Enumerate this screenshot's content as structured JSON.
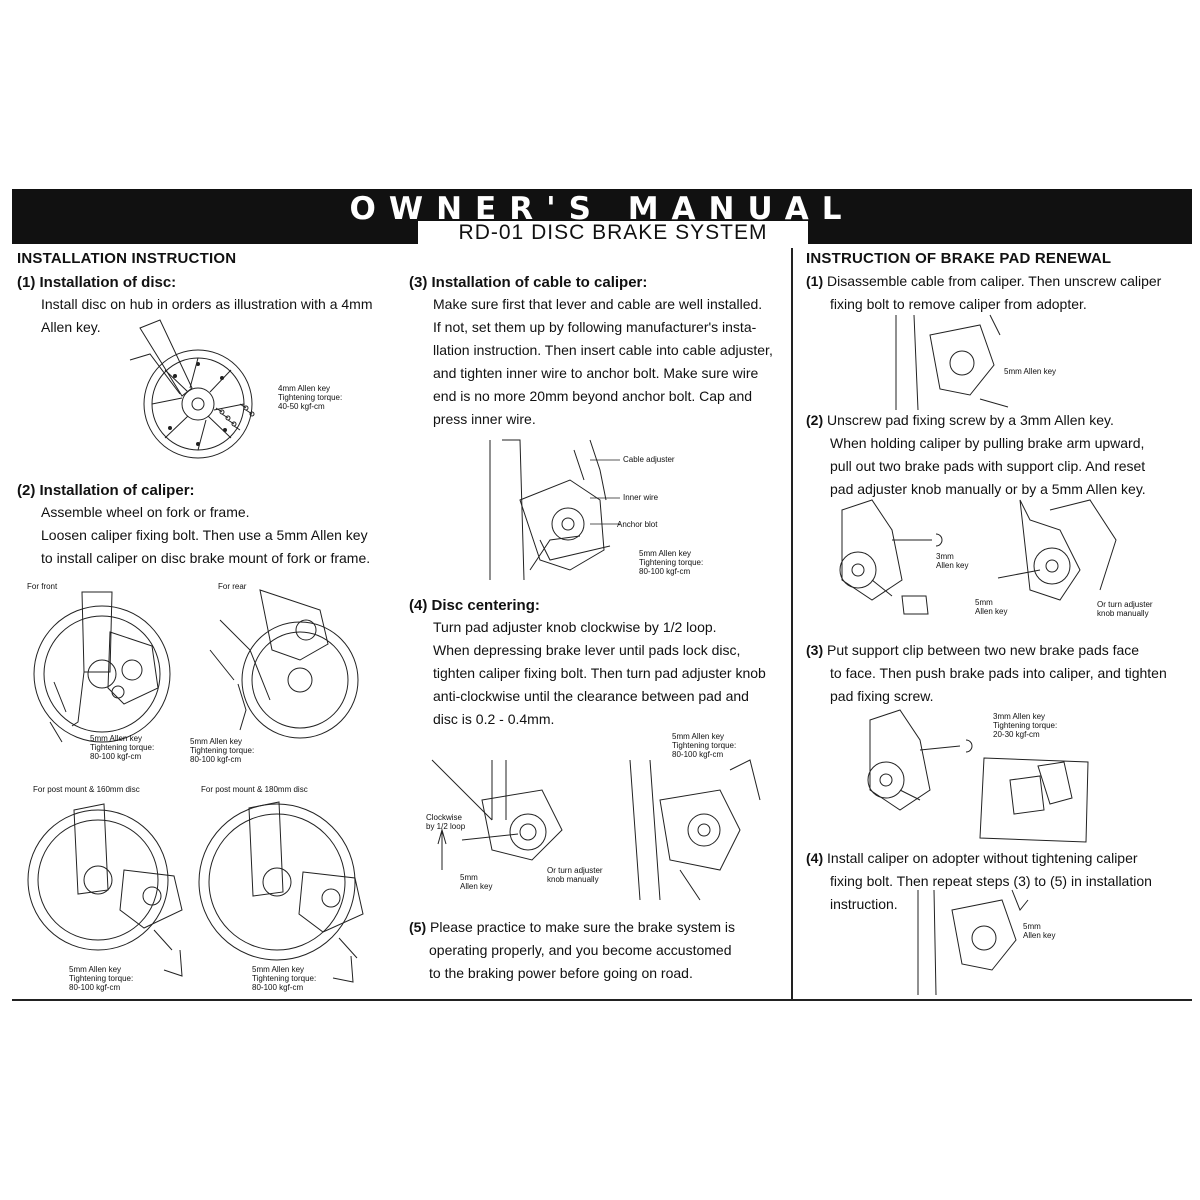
{
  "header": {
    "title": "OWNER'S MANUAL",
    "subtitle": "RD-01 DISC BRAKE SYSTEM"
  },
  "installation": {
    "heading": "INSTALLATION INSTRUCTION",
    "step1": {
      "title": "(1) Installation of disc:",
      "lines": [
        "Install disc on hub in orders as  illustration with a 4mm",
        "Allen key."
      ],
      "caption": [
        "4mm Allen key",
        "Tightening torque:",
        "40-50 kgf-cm"
      ]
    },
    "step2": {
      "title": "(2) Installation of caliper:",
      "lines": [
        "Assemble wheel on fork or frame.",
        "Loosen caliper fixing bolt. Then use a 5mm Allen key",
        "to install caliper on disc brake mount of fork or frame."
      ],
      "figures": [
        {
          "label": "For front",
          "caption": [
            "5mm Allen key",
            "Tightening torque:",
            "80-100 kgf-cm"
          ]
        },
        {
          "label": "For rear",
          "caption": [
            "5mm Allen key",
            "Tightening torque:",
            "80-100 kgf-cm"
          ]
        },
        {
          "label": "For post mount  & 160mm disc",
          "caption": [
            "5mm Allen key",
            "Tightening torque:",
            "80-100 kgf-cm"
          ]
        },
        {
          "label": "For post mount  & 180mm disc",
          "caption": [
            "5mm Allen key",
            "Tightening torque:",
            "80-100 kgf-cm"
          ]
        }
      ]
    },
    "step3": {
      "title": "(3) Installation of cable to caliper:",
      "lines": [
        "Make sure first that lever and cable are well installed.",
        "If not, set them up by following manufacturer's insta-",
        "llation instruction. Then insert cable into cable adjuster,",
        "and tighten inner wire to anchor bolt. Make sure wire",
        "end is no more 20mm beyond anchor bolt. Cap and",
        "press inner wire."
      ],
      "labels": {
        "cable_adjuster": "Cable  adjuster",
        "inner_wire": "Inner wire",
        "anchor": "Anchor blot"
      },
      "caption": [
        "5mm Allen key",
        "Tightening torque:",
        "80-100 kgf-cm"
      ]
    },
    "step4": {
      "title": "(4) Disc centering:",
      "lines": [
        "Turn pad adjuster knob clockwise by 1/2 loop.",
        "When depressing brake lever until pads lock disc,",
        "tighten caliper fixing bolt. Then turn pad adjuster knob",
        "anti-clockwise until the clearance between pad and",
        "disc is 0.2 - 0.4mm."
      ],
      "labels": {
        "clockwise": [
          "Clockwise",
          "by 1/2 loop"
        ],
        "allen": [
          "5mm",
          "Allen key"
        ],
        "manual": [
          "Or turn adjuster",
          "knob manually"
        ],
        "right": [
          "5mm Allen key",
          "Tightening torque:",
          "80-100 kgf-cm"
        ]
      }
    },
    "step5": {
      "num": "(5)",
      "lines": [
        "Please practice to make sure the brake system is",
        "operating properly, and you become accustomed",
        "to the braking power before going on road."
      ]
    }
  },
  "renewal": {
    "heading": "INSTRUCTION OF BRAKE PAD RENEWAL",
    "step1": {
      "num": "(1)",
      "lines": [
        "Disassemble cable from caliper. Then unscrew caliper",
        "fixing bolt to remove caliper from adopter."
      ],
      "caption": "5mm Allen key"
    },
    "step2": {
      "num": "(2)",
      "lines": [
        "Unscrew pad fixing screw by a 3mm Allen key.",
        "When holding caliper by pulling brake arm upward,",
        "pull out two brake pads with support clip. And reset",
        "pad adjuster knob manually or by a 5mm Allen key."
      ],
      "labels": {
        "a3": [
          "3mm",
          "Allen key"
        ],
        "a5": [
          "5mm",
          "Allen key"
        ],
        "manual": [
          "Or turn adjuster",
          "knob manually"
        ]
      }
    },
    "step3": {
      "num": "(3)",
      "lines": [
        "Put support clip between two new brake pads face",
        "to face. Then push brake pads into caliper, and tighten",
        "pad fixing screw."
      ],
      "caption": [
        "3mm Allen key",
        "Tightening torque:",
        "20-30 kgf-cm"
      ]
    },
    "step4": {
      "num": "(4)",
      "lines": [
        "Install caliper on adopter without tightening caliper",
        "fixing bolt. Then repeat steps (3) to (5) in installation",
        "instruction."
      ],
      "caption": [
        "5mm",
        "Allen key"
      ]
    }
  }
}
